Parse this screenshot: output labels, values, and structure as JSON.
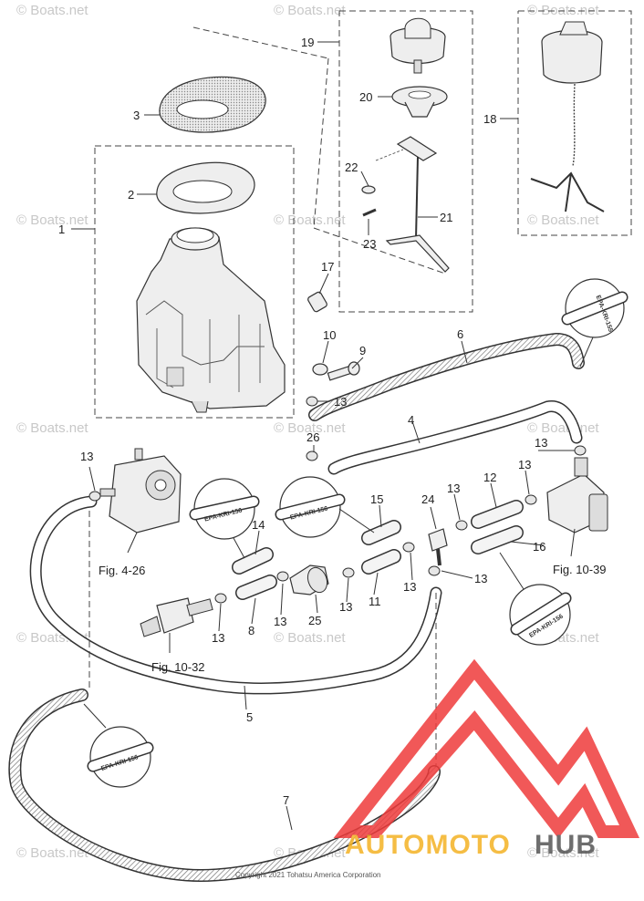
{
  "watermark": "© Boats.net",
  "callouts": [
    {
      "id": "c1",
      "text": "1"
    },
    {
      "id": "c2",
      "text": "2"
    },
    {
      "id": "c3",
      "text": "3"
    },
    {
      "id": "c4",
      "text": "4"
    },
    {
      "id": "c5",
      "text": "5"
    },
    {
      "id": "c6",
      "text": "6"
    },
    {
      "id": "c7",
      "text": "7"
    },
    {
      "id": "c8",
      "text": "8"
    },
    {
      "id": "c9",
      "text": "9"
    },
    {
      "id": "c10",
      "text": "10"
    },
    {
      "id": "c11",
      "text": "11"
    },
    {
      "id": "c12",
      "text": "12"
    },
    {
      "id": "c13a",
      "text": "13"
    },
    {
      "id": "c13b",
      "text": "13"
    },
    {
      "id": "c13c",
      "text": "13"
    },
    {
      "id": "c13d",
      "text": "13"
    },
    {
      "id": "c13e",
      "text": "13"
    },
    {
      "id": "c13f",
      "text": "13"
    },
    {
      "id": "c13g",
      "text": "13"
    },
    {
      "id": "c13h",
      "text": "13"
    },
    {
      "id": "c13i",
      "text": "13"
    },
    {
      "id": "c13j",
      "text": "13"
    },
    {
      "id": "c14",
      "text": "14"
    },
    {
      "id": "c15",
      "text": "15"
    },
    {
      "id": "c16",
      "text": "16"
    },
    {
      "id": "c17",
      "text": "17"
    },
    {
      "id": "c18",
      "text": "18"
    },
    {
      "id": "c19",
      "text": "19"
    },
    {
      "id": "c20",
      "text": "20"
    },
    {
      "id": "c21",
      "text": "21"
    },
    {
      "id": "c22",
      "text": "22"
    },
    {
      "id": "c23",
      "text": "23"
    },
    {
      "id": "c24",
      "text": "24"
    },
    {
      "id": "c25",
      "text": "25"
    },
    {
      "id": "c26",
      "text": "26"
    }
  ],
  "figure_refs": [
    "Fig. 4-26",
    "Fig. 10-32",
    "Fig. 10-39"
  ],
  "epa_tag": "EPA-KRI-156",
  "epa_tag_alt": "EPA-KRI-155",
  "copyright": "Copyright 2021 Tohatsu America Corporation",
  "brand": {
    "part1": "AUTOMOTO",
    "part2": "HUB",
    "color1": "#f4b224",
    "color2": "#555555",
    "logo_color": "#ee3b3b"
  }
}
